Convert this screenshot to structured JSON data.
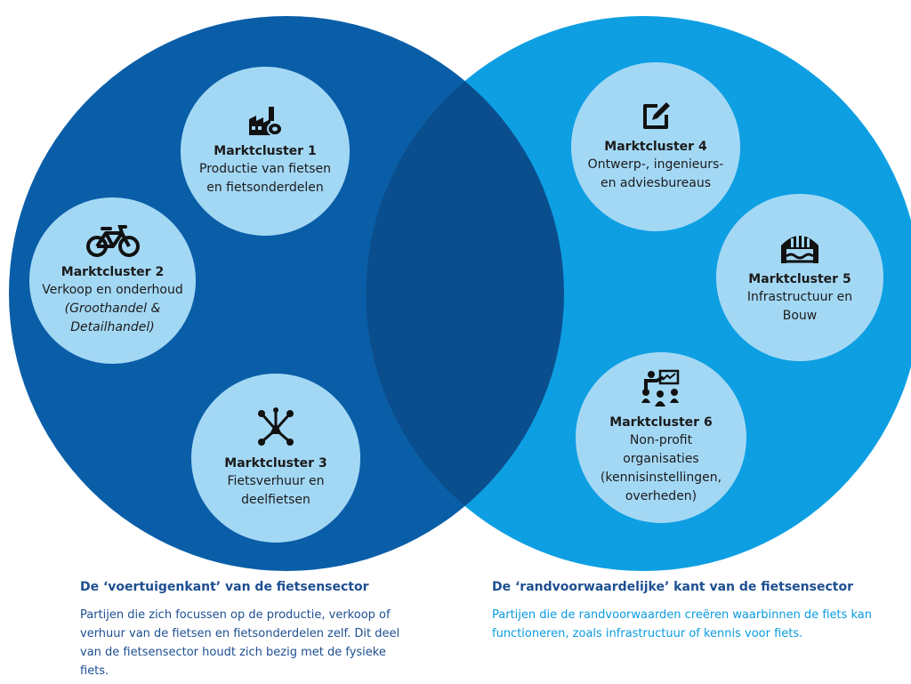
{
  "colors": {
    "left_circle": "#0a5ea8",
    "right_circle": "#0e9fe3",
    "overlap": "#0a4e8e",
    "cluster_fill": "#a3d8f5",
    "heading_text": "#1d4f91",
    "right_body_text": "#0a9be0"
  },
  "clusters": [
    {
      "title": "Marktcluster 1",
      "desc": "Productie van fietsen en fietsonderdelen",
      "icon": "factory-icon"
    },
    {
      "title": "Marktcluster 2",
      "desc": "Verkoop en onderhoud",
      "note": "(Groothandel & Detailhandel)",
      "icon": "bicycle-icon"
    },
    {
      "title": "Marktcluster 3",
      "desc": "Fietsverhuur en deelfietsen",
      "icon": "network-icon"
    },
    {
      "title": "Marktcluster 4",
      "desc": "Ontwerp-, ingenieurs- en adviesbureaus",
      "icon": "pencil-square-icon"
    },
    {
      "title": "Marktcluster 5",
      "desc": "Infrastructuur en Bouw",
      "icon": "bridge-icon"
    },
    {
      "title": "Marktcluster 6",
      "desc": "Non-profit organisaties (kennisinstellingen, overheden)",
      "icon": "presentation-icon"
    }
  ],
  "captions": {
    "left": {
      "heading": "De ‘voertuigenkant’ van de fietsensector",
      "body": "Partijen die zich focussen op de productie, verkoop of verhuur van de fietsen en fietsonderdelen zelf. Dit deel van de fietsensector houdt zich bezig met de fysieke fiets."
    },
    "right": {
      "heading": "De ‘randvoorwaardelijke’ kant van de fietsensector",
      "body": "Partijen die de randvoorwaarden creëren waarbinnen de fiets kan functioneren, zoals infrastructuur of kennis voor fiets."
    }
  }
}
